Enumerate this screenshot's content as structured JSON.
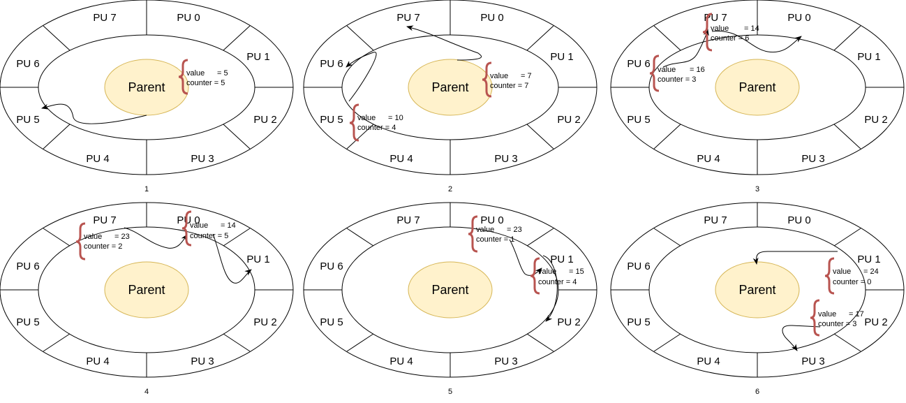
{
  "panels": [
    {
      "number": "1",
      "pu_labels": [
        "PU 0",
        "PU 1",
        "PU 2",
        "PU 3",
        "PU 4",
        "PU 5",
        "PU 6",
        "PU 7"
      ],
      "center_label": "Parent",
      "notes": [
        {
          "value_label": "value",
          "value_text": "= 5",
          "counter_text": "counter = 5"
        }
      ]
    },
    {
      "number": "2",
      "pu_labels": [
        "PU 0",
        "PU 1",
        "PU 2",
        "PU 3",
        "PU 4",
        "PU 5",
        "PU 6",
        "PU 7"
      ],
      "center_label": "Parent",
      "notes": [
        {
          "value_label": "value",
          "value_text": "= 7",
          "counter_text": "counter = 7"
        },
        {
          "value_label": "value",
          "value_text": "= 10",
          "counter_text": "counter = 4"
        }
      ]
    },
    {
      "number": "3",
      "pu_labels": [
        "PU 0",
        "PU 1",
        "PU 2",
        "PU 3",
        "PU 4",
        "PU 5",
        "PU 6",
        "PU 7"
      ],
      "center_label": "Parent",
      "notes": [
        {
          "value_label": "value",
          "value_text": "= 14",
          "counter_text": "counter = 6"
        },
        {
          "value_label": "value",
          "value_text": "= 16",
          "counter_text": "counter = 3"
        }
      ]
    },
    {
      "number": "4",
      "pu_labels": [
        "PU 0",
        "PU 1",
        "PU 2",
        "PU 3",
        "PU 4",
        "PU 5",
        "PU 6",
        "PU 7"
      ],
      "center_label": "Parent",
      "notes": [
        {
          "value_label": "value",
          "value_text": "= 23",
          "counter_text": "counter = 2"
        },
        {
          "value_label": "value",
          "value_text": "= 14",
          "counter_text": "counter = 5"
        }
      ]
    },
    {
      "number": "5",
      "pu_labels": [
        "PU 0",
        "PU 1",
        "PU 2",
        "PU 3",
        "PU 4",
        "PU 5",
        "PU 6",
        "PU 7"
      ],
      "center_label": "Parent",
      "notes": [
        {
          "value_label": "value",
          "value_text": "= 23",
          "counter_text": "counter = 1"
        },
        {
          "value_label": "value",
          "value_text": "= 15",
          "counter_text": "counter = 4"
        }
      ]
    },
    {
      "number": "6",
      "pu_labels": [
        "PU 0",
        "PU 1",
        "PU 2",
        "PU 3",
        "PU 4",
        "PU 5",
        "PU 6",
        "PU 7"
      ],
      "center_label": "Parent",
      "notes": [
        {
          "value_label": "value",
          "value_text": "= 24",
          "counter_text": "counter = 0"
        },
        {
          "value_label": "value",
          "value_text": "= 17",
          "counter_text": "counter = 3"
        }
      ]
    }
  ],
  "colors": {
    "parent_fill": "#fff2cc",
    "parent_stroke": "#d6b656",
    "brace": "#b85450",
    "line": "#000000"
  }
}
